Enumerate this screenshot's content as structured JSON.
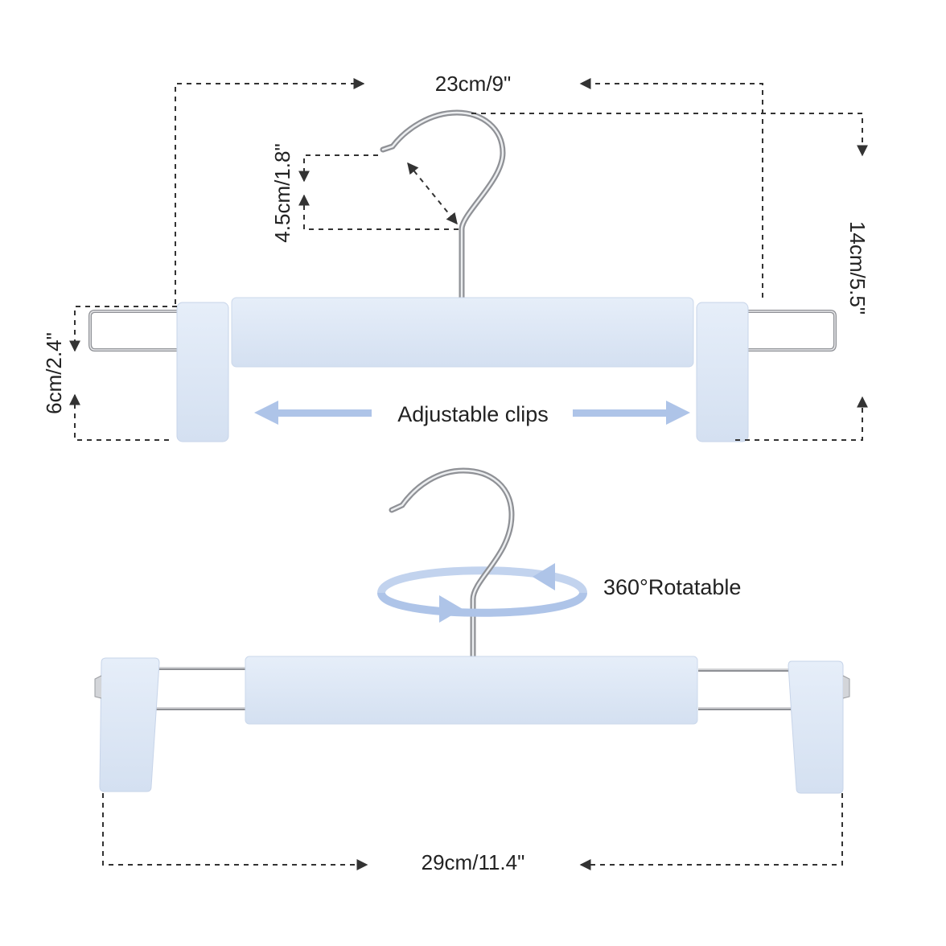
{
  "colors": {
    "body": "#dde7f5",
    "body_edge": "#c9d6ea",
    "arrow": "#aec4e8",
    "metal_dark": "#7d7f84",
    "metal_light": "#e3e4e7",
    "dim_line": "#333333",
    "text": "#222222"
  },
  "labels": {
    "top_width": "23cm/9\"",
    "hook_height": "4.5cm/1.8\"",
    "total_height": "14cm/5.5\"",
    "clip_height": "6cm/2.4\"",
    "adjustable": "Adjustable clips",
    "rotatable": "360°Rotatable",
    "bottom_width": "29cm/11.4\""
  },
  "icons": [
    "double-arrow-icon",
    "rotation-arrow-icon"
  ]
}
